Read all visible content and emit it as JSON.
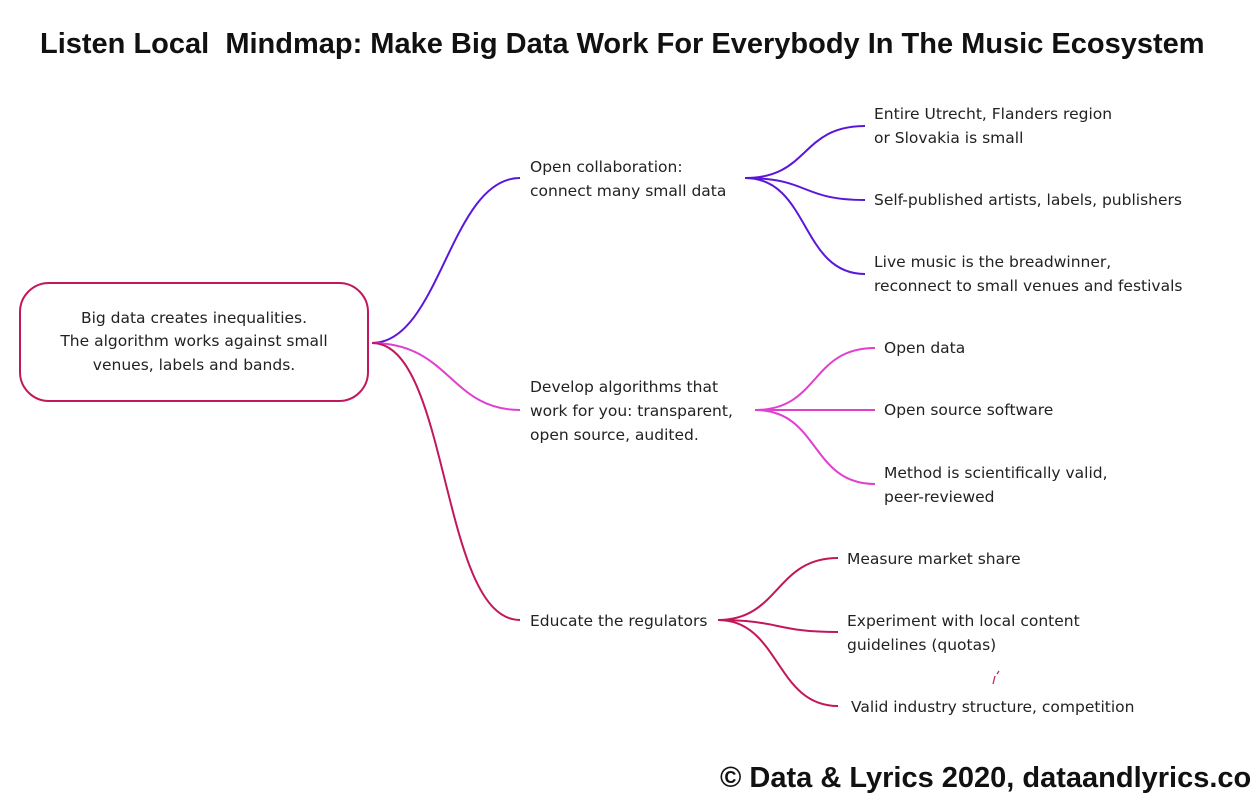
{
  "title": "Listen Local  Mindmap: Make Big Data Work For Everybody In The Music Ecosystem",
  "root": {
    "text": "Big data creates inequalities.\nThe algorithm works against small\nvenues, labels and bands.",
    "color": "#c2185b"
  },
  "branches": [
    {
      "label": "Open collaboration:\nconnect many small data",
      "color": "#5a17d9",
      "children": [
        "Entire Utrecht, Flanders region\nor Slovakia is small",
        "Self-published artists, labels, publishers",
        "Live music is the breadwinner,\nreconnect to small venues and festivals"
      ]
    },
    {
      "label": "Develop algorithms that\nwork for you: transparent,\nopen source, audited.",
      "color": "#e040d0",
      "children": [
        "Open data",
        "Open source software",
        "Method is scientifically valid,\npeer-reviewed"
      ]
    },
    {
      "label": "Educate the regulators",
      "color": "#c2185b",
      "children": [
        "Measure market share",
        "Experiment with local content\nguidelines (quotas)",
        "Valid industry structure, competition"
      ]
    }
  ],
  "footer": "© Data & Lyrics 2020, dataandlyrics.co"
}
